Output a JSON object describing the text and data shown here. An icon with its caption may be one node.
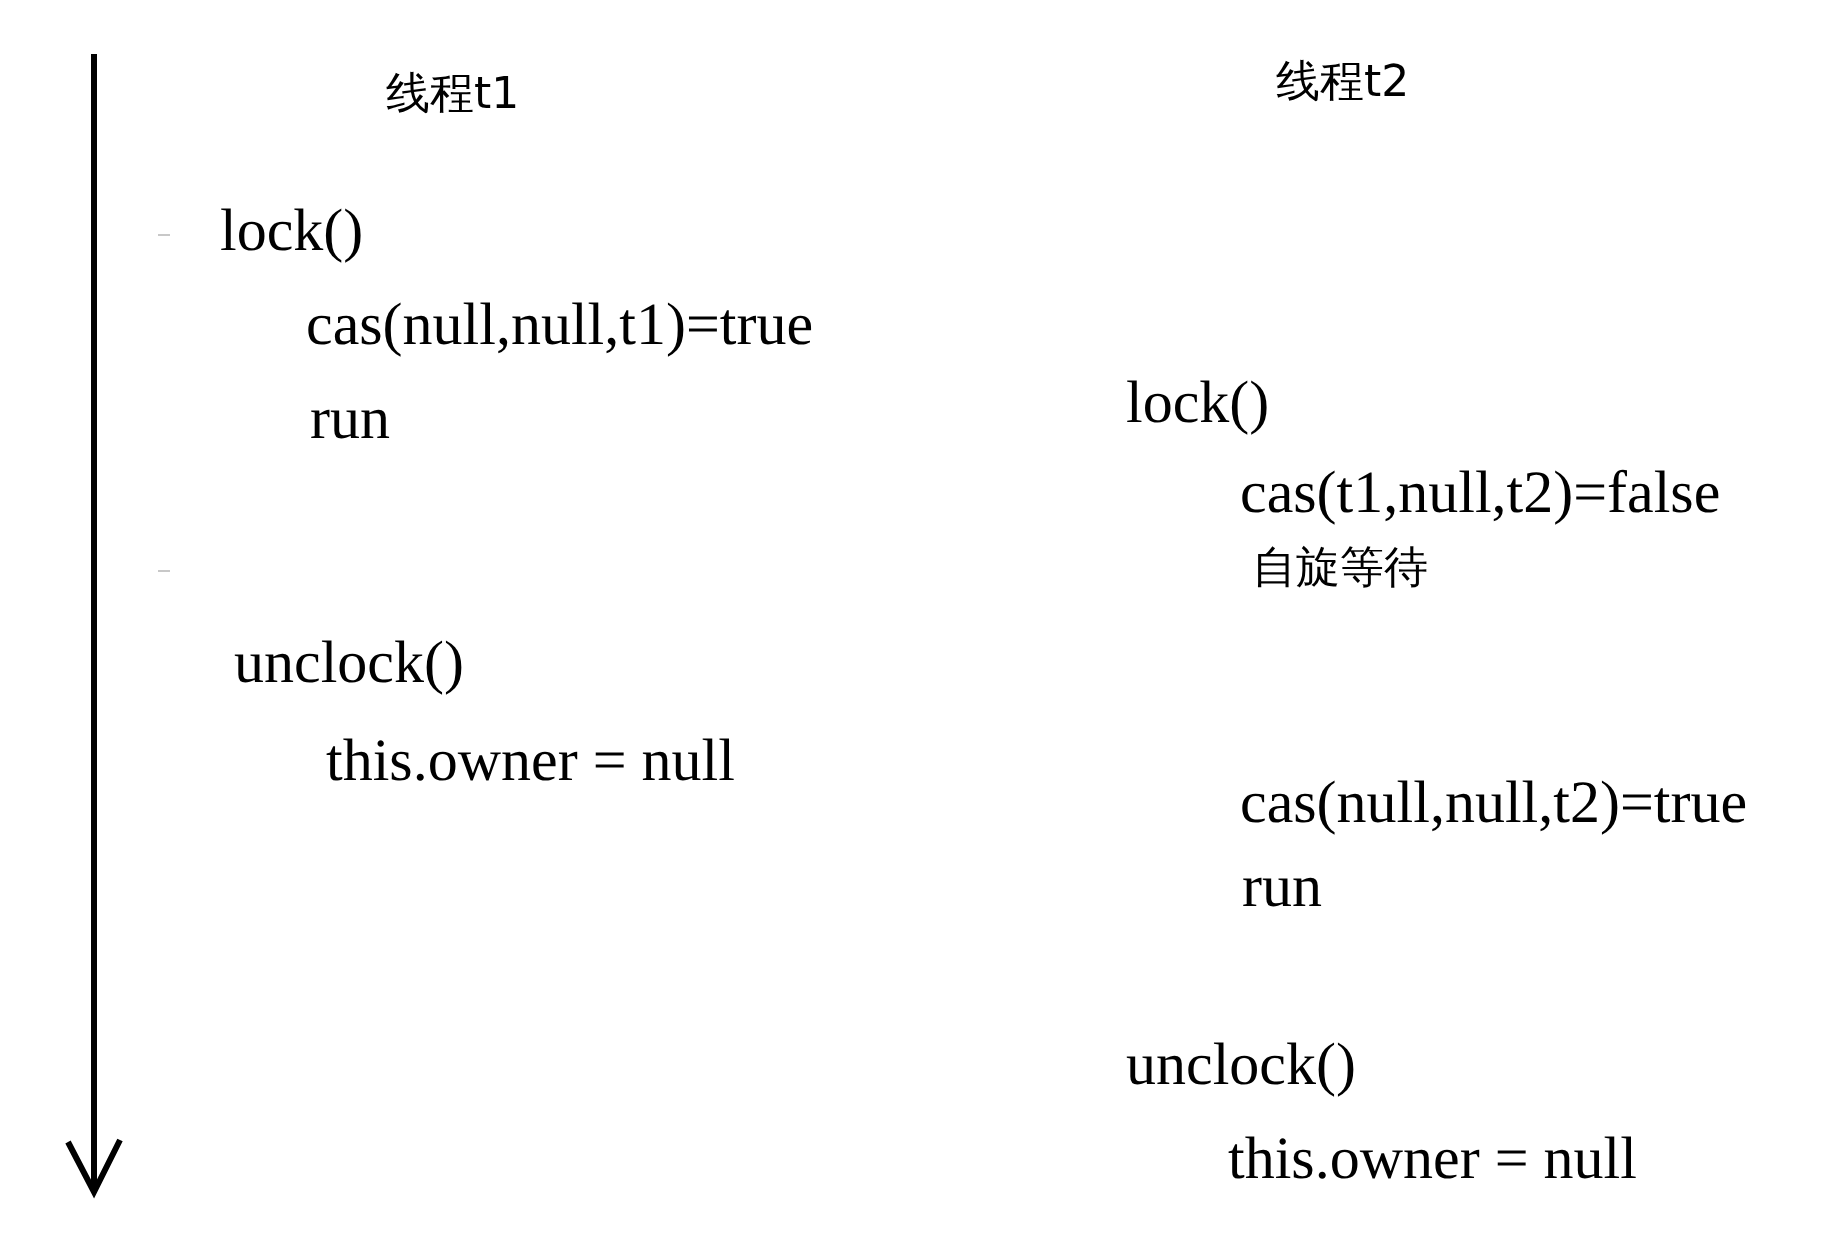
{
  "diagram": {
    "labels": [
      "线程t1",
      "lock()",
      "cas(null,null,t1)=true",
      "run",
      "unclock()",
      "this.owner = null",
      "线程t2",
      "lock()",
      "cas(t1,null,t2)=false",
      "自旋等待",
      "cas(null,null,t2)=true",
      "run",
      "unclock()",
      "this.owner = null"
    ]
  }
}
